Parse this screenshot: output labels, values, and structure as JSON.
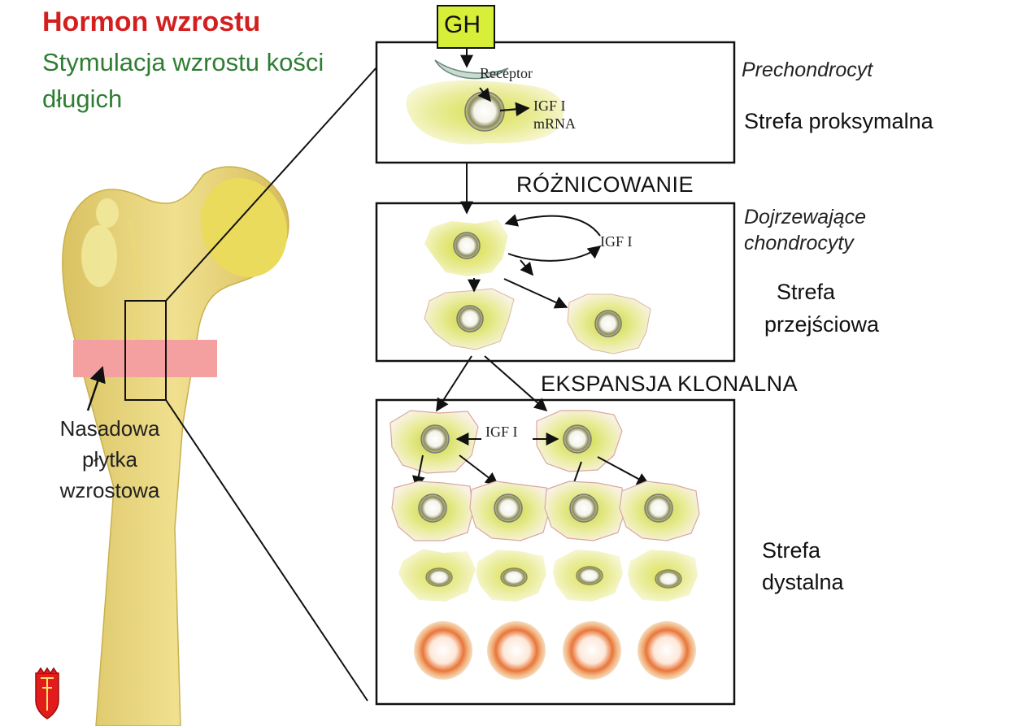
{
  "header": {
    "title": "Hormon wzrostu",
    "subtitle": "Stymulacja wzrostu kości długich"
  },
  "bone": {
    "growth_plate_label": "Nasadowa płytka wzrostowa"
  },
  "diagram": {
    "gh_label": "GH",
    "receptor_label": "Receptor",
    "mrna_label_line1": "IGF I",
    "mrna_label_line2": "mRNA",
    "igf_label_transitional": "IGF I",
    "igf_label_distal": "IGF I",
    "differentiation_heading": "RÓŻNICOWANIE",
    "clonal_heading": "EKSPANSJA KLONALNA"
  },
  "zones": {
    "proximal": {
      "cell_type": "Prechondrocyt",
      "name": "Strefa proksymalna"
    },
    "transitional": {
      "cell_type_line1": "Dojrzewające",
      "cell_type_line2": "chondrocyty",
      "name_line1": "Strefa",
      "name_line2": "przejściowa"
    },
    "distal": {
      "name_line1": "Strefa",
      "name_line2": "dystalna"
    }
  },
  "colors": {
    "title": "#d41f1f",
    "subtitle": "#2e7d32",
    "bone": "#e6d27a",
    "growth_plate": "#f5a0a0",
    "cell_fill": "#e8eb8c",
    "gh_box": "#d8ef3a"
  },
  "icons": {
    "emblem": "coat-of-arms-icon"
  }
}
